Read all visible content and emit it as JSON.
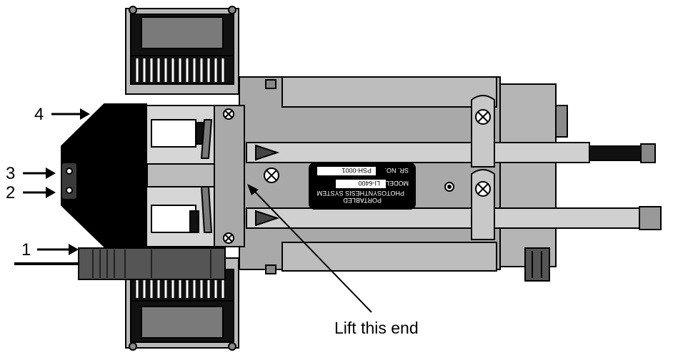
{
  "callouts": [
    {
      "label": "1"
    },
    {
      "label": "2"
    },
    {
      "label": "3"
    },
    {
      "label": "4"
    }
  ],
  "lift_label": "Lift this end",
  "nameplate": {
    "sr_no_label": "SR. NO.",
    "sr_no_value": "PSH-0001",
    "model_label": "MODEL",
    "model_value": "LI-6400",
    "line1": "PHOTOSYNTHESIS SYSTEM",
    "line2": "PORTABLED"
  },
  "colors": {
    "body_gray": "#a9a9a9",
    "dark_gray": "#5f5f5f",
    "light_gray": "#c8c8c8",
    "black": "#000000"
  }
}
